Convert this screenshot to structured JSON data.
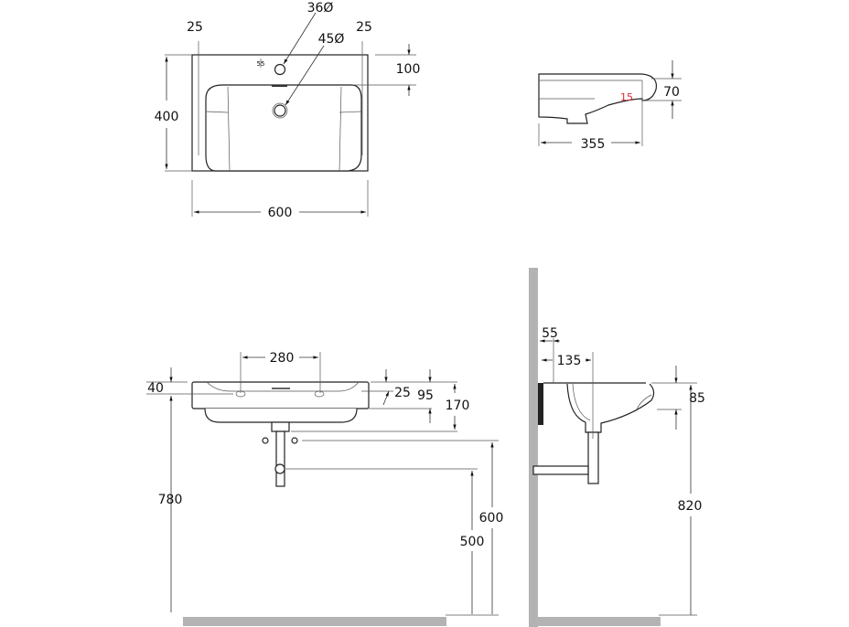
{
  "title": "Washbasin 600 technical drawing",
  "top_view": {
    "left_margin": "25",
    "tap_hole": "36Ø",
    "right_margin": "25",
    "waste_hole": "45Ø",
    "overflow_offset": "55",
    "tap_offset": "100",
    "depth": "400",
    "width": "600"
  },
  "side_view_small": {
    "depth": "355",
    "rim_height": "70",
    "angle": "15"
  },
  "front_view": {
    "tap_spacing": "280",
    "rim": "40",
    "tap_depth": "25",
    "basin_height": "95",
    "total_height": "170",
    "mount_height": "780",
    "trap_height": "600",
    "waste_height": "500"
  },
  "side_view_installed": {
    "bracket": "55",
    "waste_offset": "135",
    "front_height": "85",
    "mount_height": "820"
  },
  "colors": {
    "dimension_accent": "#e0262c",
    "wall": "#b3b3b3"
  }
}
